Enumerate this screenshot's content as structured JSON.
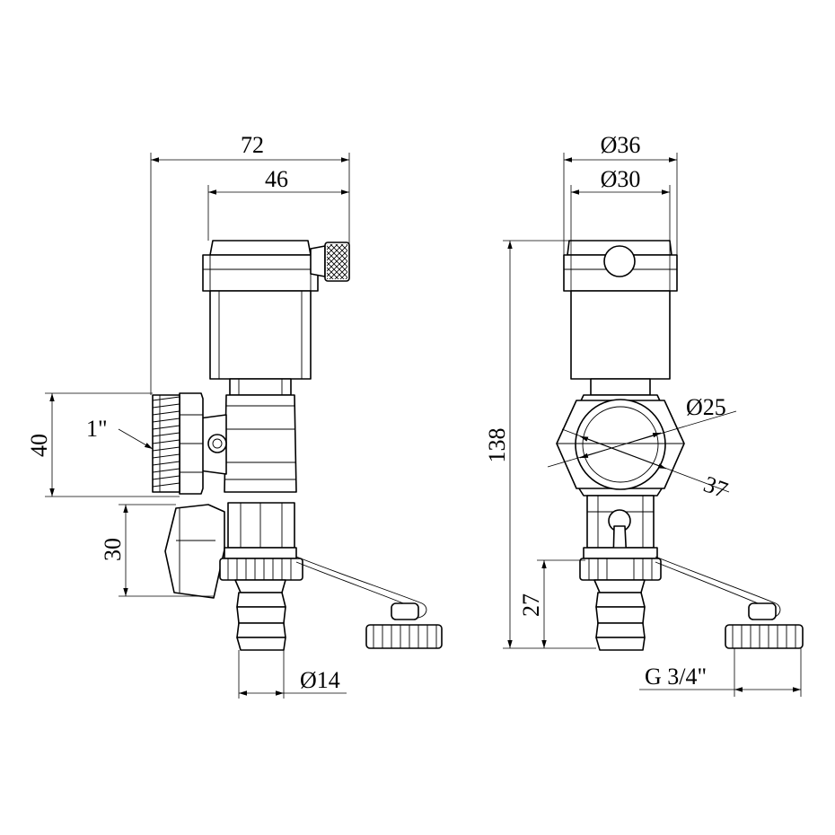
{
  "dimensions": {
    "width_72": "72",
    "width_46": "46",
    "height_40": "40",
    "height_30": "30",
    "thread_1in": "1\"",
    "dia_14": "Ø14",
    "dia_36": "Ø36",
    "dia_30": "Ø30",
    "height_138": "138",
    "dia_25": "Ø25",
    "size_37": "37",
    "height_27": "27",
    "thread_g34": "G 3/4\""
  },
  "colors": {
    "line": "#000000",
    "background": "#ffffff"
  }
}
